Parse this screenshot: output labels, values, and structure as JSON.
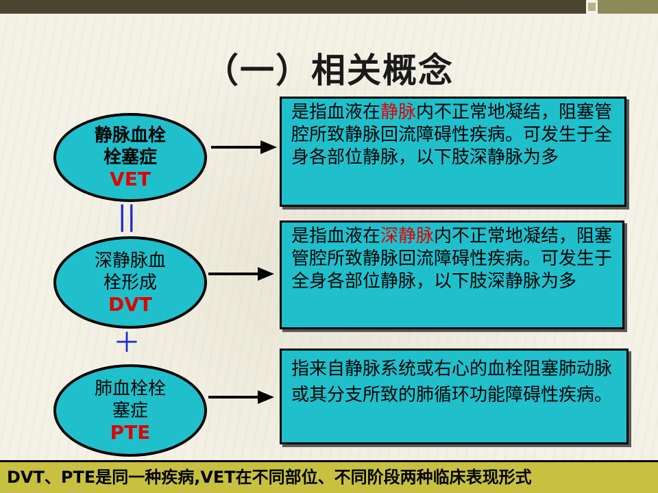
{
  "title": "（一）相关概念",
  "concepts": [
    {
      "name_line1": "静脉血栓",
      "name_line2": "栓塞症",
      "abbr": "VET",
      "def_before": "是指血液在",
      "def_highlight": "静脉",
      "def_after": "内不正常地凝结，阻塞管腔所致静脉回流障碍性疾病。可发生于全身各部位静脉，以下肢深静脉为多"
    },
    {
      "name_line1": "深静脉血",
      "name_line2": "栓形成",
      "abbr": "DVT",
      "def_before": "是指血液在",
      "def_highlight": "深静脉",
      "def_after": "内不正常地凝结，阻塞管腔所致静脉回流障碍性疾病。可发生于全身各部位静脉，以下肢深静脉为多"
    },
    {
      "name_line1": "肺血栓栓",
      "name_line2": "塞症",
      "abbr": "PTE",
      "def_text": "指来自静脉系统或右心的血栓阻塞肺动脉或其分支所致的肺循环功能障碍性疾病。"
    }
  ],
  "connectors": {
    "equals": "||",
    "plus": "＋"
  },
  "summary": "DVT、PTE是同一种疾病,VET在不同部位、不同阶段两种临床表现形式",
  "colors": {
    "shape_fill": "#1fc0cc",
    "highlight": "#e00000",
    "connector": "#1a2ad0",
    "bottom_bar": "#c8c040"
  }
}
